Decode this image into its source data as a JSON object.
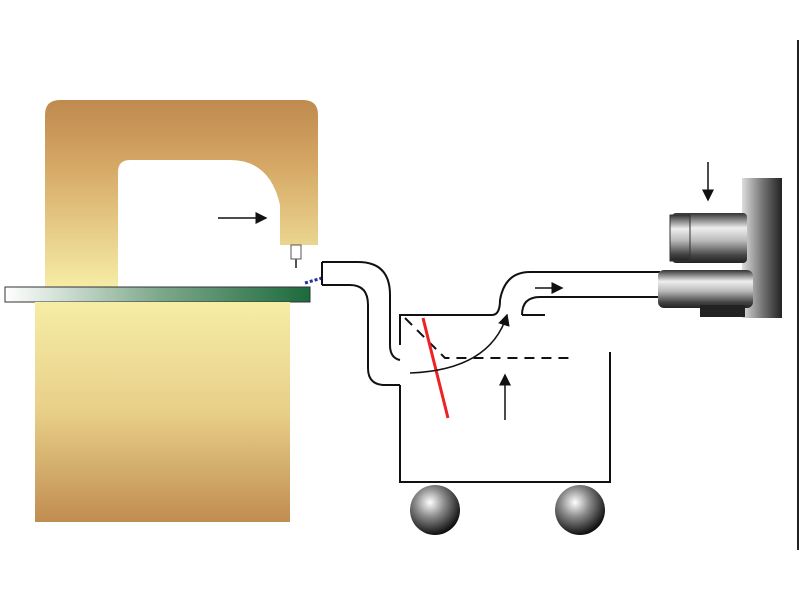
{
  "diagram": {
    "colors": {
      "frame_top": "#bf8a4e",
      "frame_bottom": "#f6eda6",
      "table_left": "#ffffff",
      "table_right": "#1c6a3c",
      "filter_line": "#ee2222",
      "chips": "#2233aa",
      "line": "#111111"
    },
    "icons": [
      "bandsaw",
      "dust-duct",
      "collector-tank",
      "filter",
      "wheel",
      "blower-motor",
      "flow-arrow"
    ]
  }
}
